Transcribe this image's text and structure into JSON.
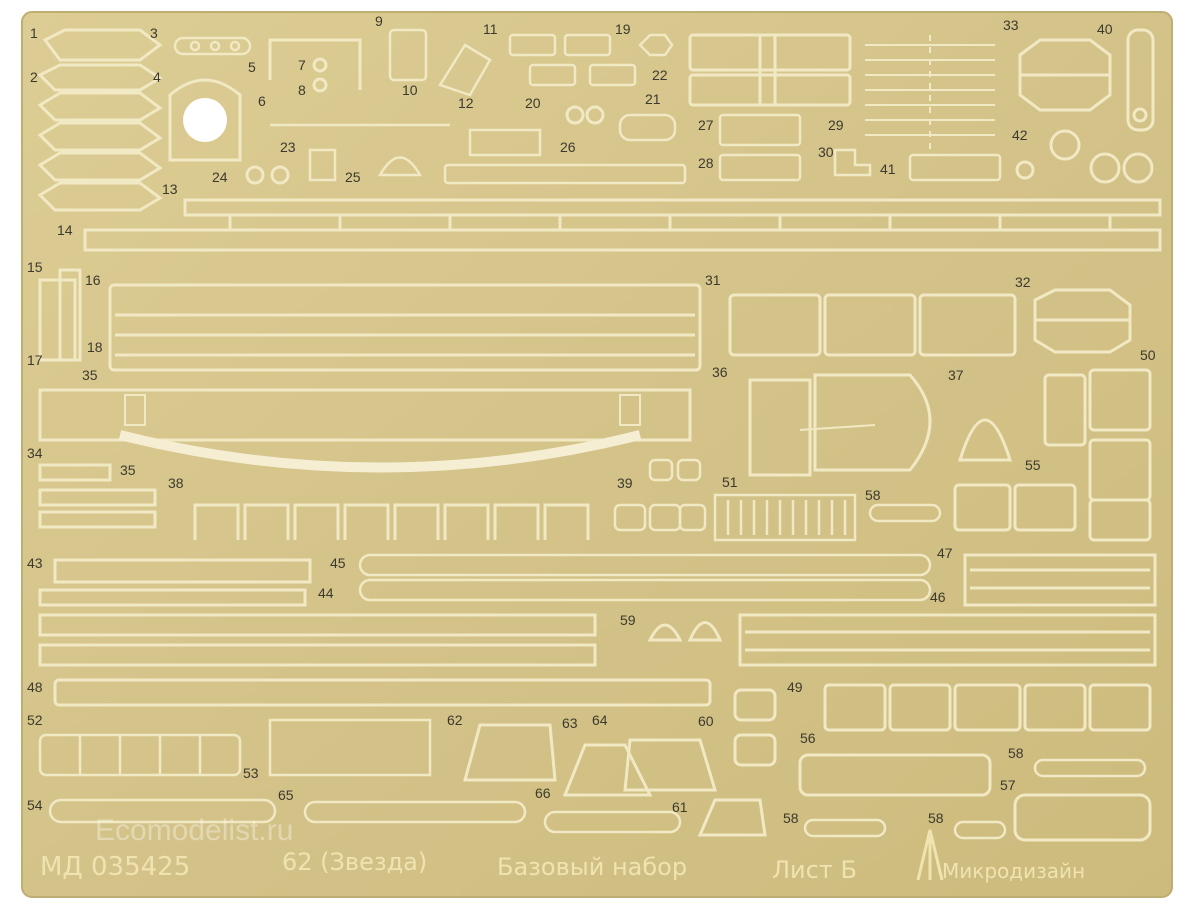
{
  "sheet": {
    "product_code": "МД 035425",
    "title_text": "62 (Звезда)",
    "set_name": "Базовый набор",
    "sheet_label": "Лист Б",
    "brand": "Микродизайн",
    "watermark": "Ecomodelist.ru"
  },
  "colors": {
    "brass": "#d7c78d",
    "brass_light": "#e6d9a6",
    "brass_dark": "#b9a566",
    "etch_gap": "#f5eed2",
    "number": "#3c3a2e"
  },
  "labels": {
    "n1": "1",
    "n2": "2",
    "n3": "3",
    "n4": "4",
    "n5": "5",
    "n6": "6",
    "n7": "7",
    "n8": "8",
    "n9": "9",
    "n10": "10",
    "n11": "11",
    "n12": "12",
    "n13": "13",
    "n14": "14",
    "n15": "15",
    "n16": "16",
    "n17": "17",
    "n18": "18",
    "n19": "19",
    "n20": "20",
    "n21": "21",
    "n22": "22",
    "n23": "23",
    "n24": "24",
    "n25": "25",
    "n26": "26",
    "n27": "27",
    "n28": "28",
    "n29": "29",
    "n30": "30",
    "n31": "31",
    "n32": "32",
    "n33": "33",
    "n34": "34",
    "n35": "35",
    "n36": "36",
    "n37": "37",
    "n38": "38",
    "n39": "39",
    "n40": "40",
    "n41": "41",
    "n42": "42",
    "n43": "43",
    "n44": "44",
    "n45": "45",
    "n46": "46",
    "n47": "47",
    "n48": "48",
    "n49": "49",
    "n50": "50",
    "n51": "51",
    "n52": "52",
    "n53": "53",
    "n54": "54",
    "n55": "55",
    "n56": "56",
    "n57": "57",
    "n58": "58",
    "n59": "59",
    "n60": "60",
    "n61": "61",
    "n62": "62",
    "n63": "63",
    "n64": "64",
    "n65": "65",
    "n66": "66"
  }
}
